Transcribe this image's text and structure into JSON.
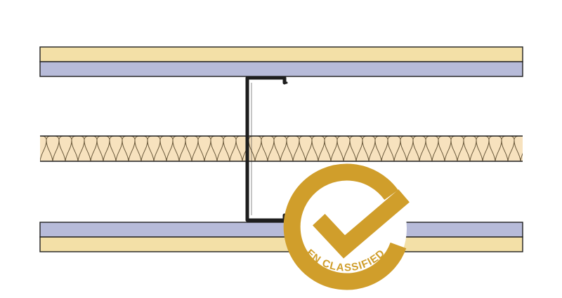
{
  "diagram": {
    "layers_top": [
      "board-outer",
      "board-inner"
    ],
    "core_layer": "insulation",
    "layers_bottom": [
      "board-inner",
      "board-outer"
    ],
    "stud": "c-stud-profile"
  },
  "badge": {
    "text": "EN CLASSIFIED",
    "icon": "checkmark-icon"
  },
  "colors": {
    "board_outer": "#F3E0A7",
    "board_inner": "#B7BBD9",
    "insulation": "#F7E2BE",
    "outline": "#1E1E1E",
    "badge_gold": "#D09E2B",
    "background": "#FFFFFF"
  }
}
